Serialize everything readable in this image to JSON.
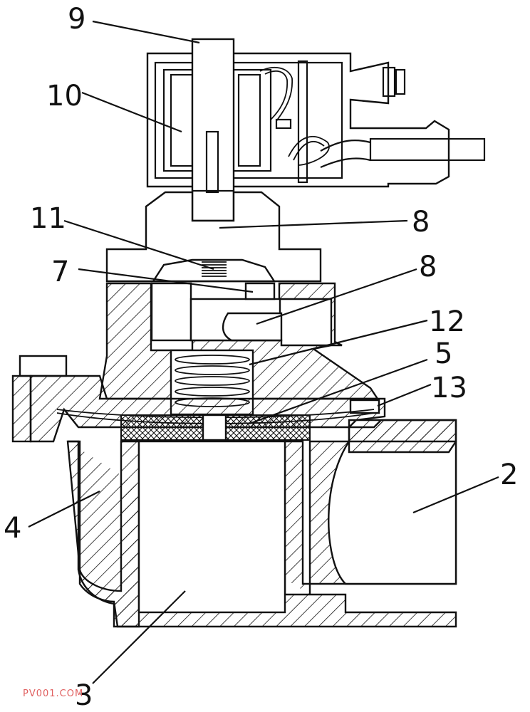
{
  "labels": {
    "l9": "9",
    "l10": "10",
    "l11": "11",
    "l8a": "8",
    "l7": "7",
    "l8b": "8",
    "l12": "12",
    "l5": "5",
    "l13": "13",
    "l2": "2",
    "l4": "4",
    "l3": "3"
  },
  "watermark": "PV001.COM",
  "colors": {
    "line": "#111111",
    "background": "#ffffff",
    "watermark": "#e06060"
  }
}
